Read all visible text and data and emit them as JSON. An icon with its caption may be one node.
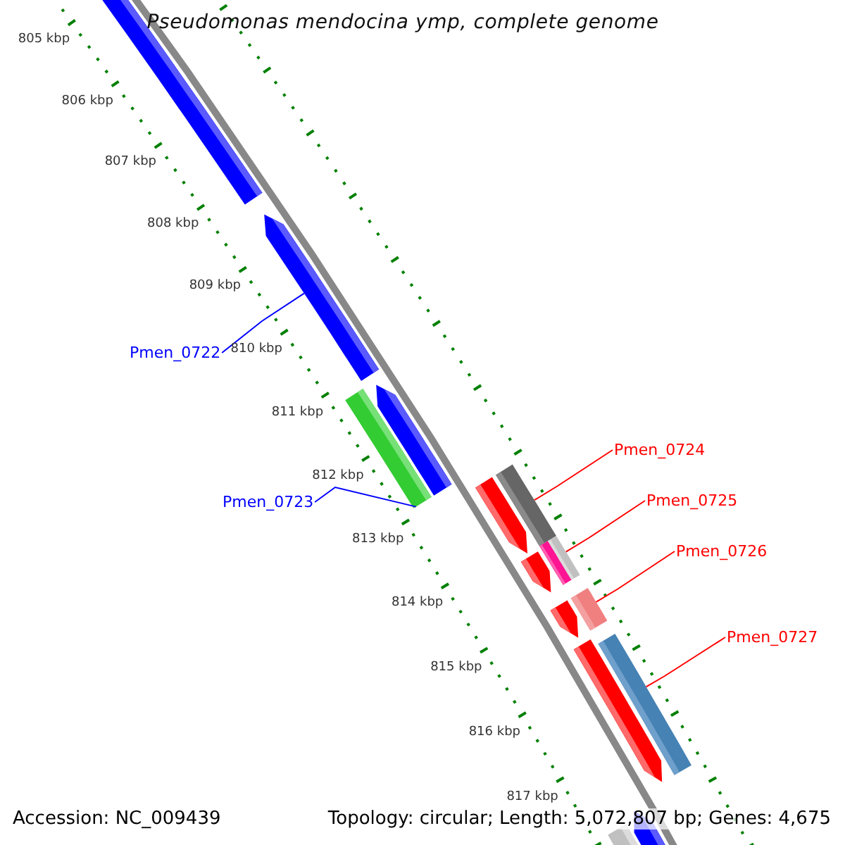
{
  "diagram": {
    "title": "Pseudomonas mendocina ymp, complete genome",
    "nodes": [
      {
        "text": [
          "Pmen_0722"
        ]
      },
      {
        "text": [
          "Pmen_0723"
        ]
      },
      {
        "text": [
          "Pmen_0724"
        ]
      },
      {
        "text": [
          "Pmen_0725"
        ]
      },
      {
        "text": [
          "Pmen_0726"
        ]
      },
      {
        "text": [
          "Pmen_0727"
        ]
      },
      {
        "text": [],
        "shape": "bar"
      },
      {
        "text": [],
        "shape": "bar"
      },
      {
        "text": [],
        "shape": "bar"
      },
      {
        "text": [],
        "shape": "bar"
      },
      {
        "text": [],
        "shape": "bar"
      },
      {
        "text": [],
        "shape": "bar"
      }
    ],
    "edges": [
      {
        "from": 0,
        "to": 6,
        "arrow": "none",
        "color": "#0000ff"
      },
      {
        "from": 1,
        "to": 7,
        "arrow": "none",
        "color": "#0000ff"
      },
      {
        "from": 2,
        "to": 8,
        "arrow": "none"
      },
      {
        "from": 3,
        "to": 9,
        "arrow": "none"
      },
      {
        "from": 4,
        "to": 10,
        "arrow": "none"
      },
      {
        "from": 5,
        "to": 11,
        "arrow": "none"
      }
    ],
    "labels": [
      "805 kbp",
      "806 kbp",
      "807 kbp",
      "808 kbp",
      "809 kbp",
      "810 kbp",
      "811 kbp",
      "812 kbp",
      "813 kbp",
      "814 kbp",
      "815 kbp",
      "816 kbp",
      "817 kbp",
      "Accession: NC_009439",
      "Topology: circular; Length: 5,072,807 bp; Genes: 4,675"
    ]
  }
}
